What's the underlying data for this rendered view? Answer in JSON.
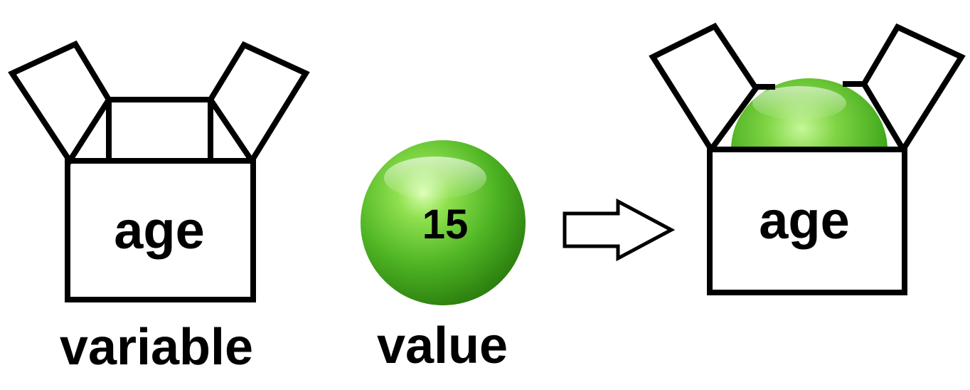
{
  "diagram": {
    "variable_box": {
      "name_text": "age",
      "caption": "variable"
    },
    "value_ball": {
      "number_text": "15",
      "caption": "value"
    },
    "result_box": {
      "name_text": "age"
    },
    "colors": {
      "stroke": "#000000",
      "background": "#ffffff",
      "ball_light": "#b6f07a",
      "ball_mid": "#5fc42f",
      "ball_dark": "#2f8a12"
    },
    "icons": {
      "arrow": "right-arrow-icon",
      "ball": "green-ball-icon",
      "box": "open-box-icon"
    }
  }
}
